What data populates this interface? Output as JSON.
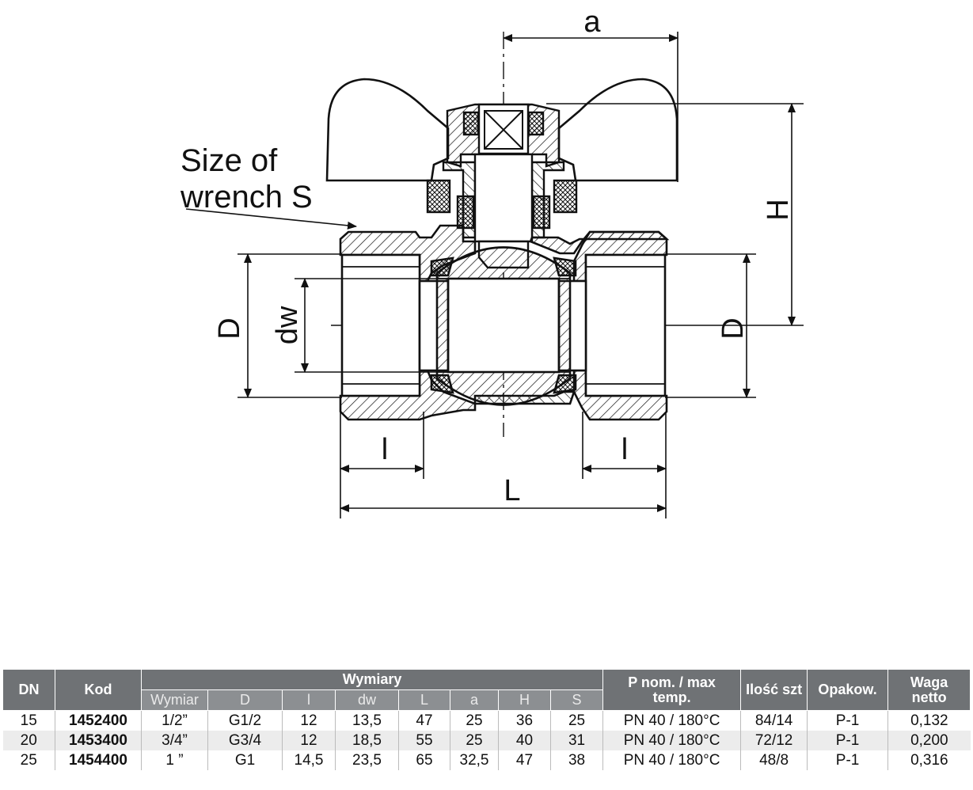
{
  "diagram": {
    "label_a": "a",
    "label_H": "H",
    "label_D_left": "D",
    "label_D_right": "D",
    "label_dw": "dw",
    "label_l_left": "l",
    "label_l_right": "l",
    "label_L": "L",
    "wrench_note_line1": "Size of",
    "wrench_note_line2": "wrench S"
  },
  "table": {
    "headers": {
      "dn": "DN",
      "kod": "Kod",
      "wymiary": "Wymiary",
      "pnom": "P nom. / max temp.",
      "ilosc": "Ilość szt",
      "opakow": "Opakow.",
      "waga": "Waga netto"
    },
    "sub_headers": [
      "Wymiar",
      "D",
      "l",
      "dw",
      "L",
      "a",
      "H",
      "S"
    ],
    "rows": [
      [
        "15",
        "1452400",
        "1/2”",
        "G1/2",
        "12",
        "13,5",
        "47",
        "25",
        "36",
        "25",
        "PN 40 / 180°C",
        "84/14",
        "P-1",
        "0,132"
      ],
      [
        "20",
        "1453400",
        "3/4”",
        "G3/4",
        "12",
        "18,5",
        "55",
        "25",
        "40",
        "31",
        "PN 40 / 180°C",
        "72/12",
        "P-1",
        "0,200"
      ],
      [
        "25",
        "1454400",
        "1 ”",
        "G1",
        "14,5",
        "23,5",
        "65",
        "32,5",
        "47",
        "38",
        "PN 40 / 180°C",
        "48/8",
        "P-1",
        "0,316"
      ]
    ]
  }
}
